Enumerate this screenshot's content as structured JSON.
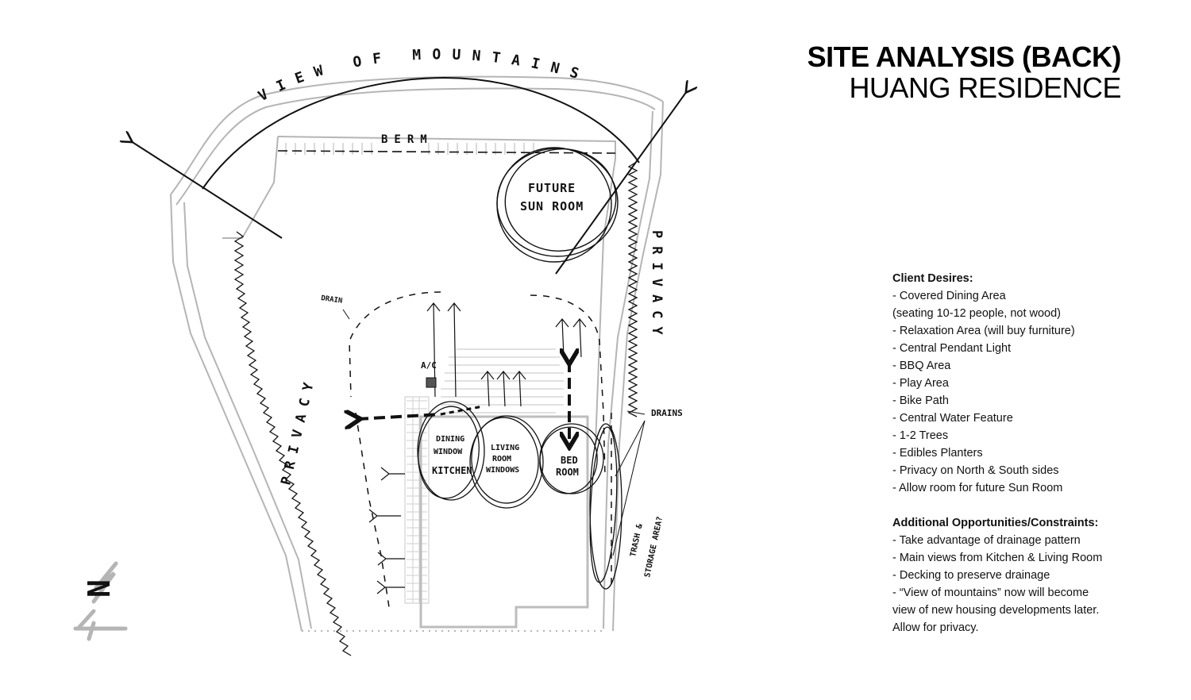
{
  "title": {
    "main": "SITE ANALYSIS (BACK)",
    "sub": "HUANG RESIDENCE"
  },
  "sketch_labels": {
    "view_of_mountains": "VIEW OF MOUNTAINS",
    "berm": "BERM",
    "future_sun_room_1": "FUTURE",
    "future_sun_room_2": "SUN ROOM",
    "privacy_left": "PRIVACY",
    "privacy_right": "PRIVACY",
    "drain": "DRAIN",
    "ac": "A/C",
    "drains": "DRAINS",
    "dining_1": "DINING",
    "dining_2": "WINDOW",
    "kitchen": "KITCHEN",
    "living_1": "LIVING",
    "living_2": "ROOM",
    "living_3": "WINDOWS",
    "bed_1": "BED",
    "bed_2": "ROOM",
    "trash_1": "TRASH &",
    "trash_2": "STORAGE AREA?",
    "north": "N"
  },
  "client_desires": {
    "heading": "Client Desires:",
    "items": [
      "- Covered Dining Area",
      "(seating 10-12 people, not wood)",
      "- Relaxation Area (will buy furniture)",
      "- Central Pendant Light",
      "- BBQ Area",
      "- Play Area",
      "- Bike Path",
      "- Central Water Feature",
      "- 1-2 Trees",
      "- Edibles Planters",
      "- Privacy on North & South sides",
      "- Allow room for future Sun Room"
    ]
  },
  "opportunities": {
    "heading": "Additional Opportunities/Constraints:",
    "items": [
      "- Take advantage of drainage pattern",
      "- Main views from Kitchen & Living Room",
      "- Decking to preserve drainage",
      "- “View of mountains” now will become",
      "view of new housing developments later.",
      "Allow for privacy."
    ]
  },
  "colors": {
    "ink": "#111111",
    "pencil": "#b5b5b5"
  }
}
